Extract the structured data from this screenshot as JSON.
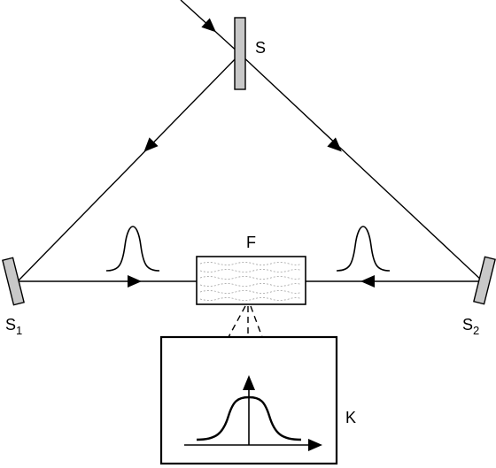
{
  "labels": {
    "beam_splitter": "S",
    "mirror_left": "S",
    "mirror_left_sub": "1",
    "mirror_right": "S",
    "mirror_right_sub": "2",
    "crystal": "F",
    "detector": "K"
  },
  "colors": {
    "line": "#000000",
    "mirror_fill": "#c8c8c8",
    "wave": "#a0a0a0",
    "background": "#ffffff"
  }
}
